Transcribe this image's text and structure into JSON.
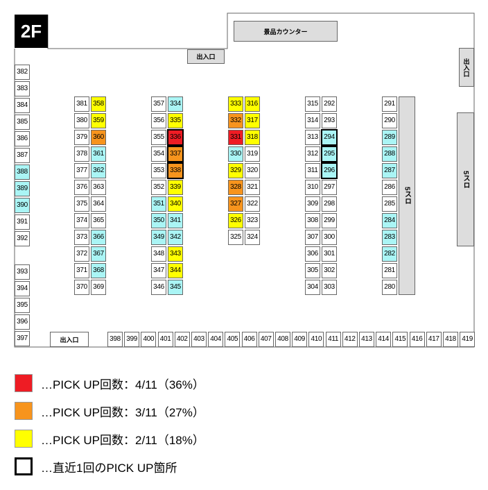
{
  "floor_label": "2F",
  "landmarks": {
    "prize_counter": "景品カウンター",
    "entrance_top": "出入口",
    "entrance_bottom": "出入口",
    "entrance_right": "出入口",
    "slot_area_right": "5スロ",
    "slot_area_island": "5スロ"
  },
  "colors": {
    "red": "#ee1c24",
    "orange": "#f7941d",
    "yellow": "#ffff00",
    "cyan": "#aaf5f5",
    "plain": "#ffffff",
    "outline": "#000000"
  },
  "columns": {
    "wall_left": [
      {
        "n": "382",
        "c": "plain"
      },
      {
        "n": "383",
        "c": "plain"
      },
      {
        "n": "384",
        "c": "plain"
      },
      {
        "n": "385",
        "c": "plain"
      },
      {
        "n": "386",
        "c": "plain"
      },
      {
        "n": "387",
        "c": "plain"
      },
      {
        "n": "388",
        "c": "cyan"
      },
      {
        "n": "389",
        "c": "cyan"
      },
      {
        "n": "390",
        "c": "cyan"
      },
      {
        "n": "391",
        "c": "plain"
      },
      {
        "n": "392",
        "c": "plain"
      }
    ],
    "wall_left_lower": [
      {
        "n": "393",
        "c": "plain"
      },
      {
        "n": "394",
        "c": "plain"
      },
      {
        "n": "395",
        "c": "plain"
      },
      {
        "n": "396",
        "c": "plain"
      },
      {
        "n": "397",
        "c": "plain"
      }
    ],
    "island1_left": [
      {
        "n": "381",
        "c": "plain"
      },
      {
        "n": "380",
        "c": "plain"
      },
      {
        "n": "379",
        "c": "plain"
      },
      {
        "n": "378",
        "c": "plain"
      },
      {
        "n": "377",
        "c": "plain"
      },
      {
        "n": "376",
        "c": "plain"
      },
      {
        "n": "375",
        "c": "plain"
      },
      {
        "n": "374",
        "c": "plain"
      },
      {
        "n": "373",
        "c": "plain"
      },
      {
        "n": "372",
        "c": "plain"
      },
      {
        "n": "371",
        "c": "plain"
      },
      {
        "n": "370",
        "c": "plain"
      }
    ],
    "island1_right": [
      {
        "n": "358",
        "c": "yellow"
      },
      {
        "n": "359",
        "c": "yellow"
      },
      {
        "n": "360",
        "c": "orange"
      },
      {
        "n": "361",
        "c": "cyan"
      },
      {
        "n": "362",
        "c": "cyan"
      },
      {
        "n": "363",
        "c": "plain"
      },
      {
        "n": "364",
        "c": "plain"
      },
      {
        "n": "365",
        "c": "plain"
      },
      {
        "n": "366",
        "c": "cyan"
      },
      {
        "n": "367",
        "c": "cyan"
      },
      {
        "n": "368",
        "c": "cyan"
      },
      {
        "n": "369",
        "c": "plain"
      }
    ],
    "island2_left": [
      {
        "n": "357",
        "c": "plain"
      },
      {
        "n": "356",
        "c": "plain"
      },
      {
        "n": "355",
        "c": "plain"
      },
      {
        "n": "354",
        "c": "plain"
      },
      {
        "n": "353",
        "c": "plain"
      },
      {
        "n": "352",
        "c": "plain"
      },
      {
        "n": "351",
        "c": "cyan"
      },
      {
        "n": "350",
        "c": "cyan"
      },
      {
        "n": "349",
        "c": "cyan"
      },
      {
        "n": "348",
        "c": "plain"
      },
      {
        "n": "347",
        "c": "plain"
      },
      {
        "n": "346",
        "c": "plain"
      }
    ],
    "island2_right": [
      {
        "n": "334",
        "c": "cyan"
      },
      {
        "n": "335",
        "c": "yellow"
      },
      {
        "n": "336",
        "c": "red"
      },
      {
        "n": "337",
        "c": "orange"
      },
      {
        "n": "338",
        "c": "orange"
      },
      {
        "n": "339",
        "c": "yellow"
      },
      {
        "n": "340",
        "c": "yellow"
      },
      {
        "n": "341",
        "c": "cyan"
      },
      {
        "n": "342",
        "c": "cyan"
      },
      {
        "n": "343",
        "c": "yellow"
      },
      {
        "n": "344",
        "c": "yellow"
      },
      {
        "n": "345",
        "c": "cyan"
      }
    ],
    "island3_left": [
      {
        "n": "333",
        "c": "yellow"
      },
      {
        "n": "332",
        "c": "orange"
      },
      {
        "n": "331",
        "c": "red"
      },
      {
        "n": "330",
        "c": "cyan"
      },
      {
        "n": "329",
        "c": "yellow"
      },
      {
        "n": "328",
        "c": "orange"
      },
      {
        "n": "327",
        "c": "orange"
      },
      {
        "n": "326",
        "c": "yellow"
      },
      {
        "n": "325",
        "c": "plain"
      }
    ],
    "island3_right": [
      {
        "n": "316",
        "c": "yellow"
      },
      {
        "n": "317",
        "c": "yellow"
      },
      {
        "n": "318",
        "c": "yellow"
      },
      {
        "n": "319",
        "c": "plain"
      },
      {
        "n": "320",
        "c": "plain"
      },
      {
        "n": "321",
        "c": "plain"
      },
      {
        "n": "322",
        "c": "plain"
      },
      {
        "n": "323",
        "c": "plain"
      },
      {
        "n": "324",
        "c": "plain"
      }
    ],
    "island4_left": [
      {
        "n": "315",
        "c": "plain"
      },
      {
        "n": "314",
        "c": "plain"
      },
      {
        "n": "313",
        "c": "plain"
      },
      {
        "n": "312",
        "c": "plain"
      },
      {
        "n": "311",
        "c": "plain"
      },
      {
        "n": "310",
        "c": "plain"
      },
      {
        "n": "309",
        "c": "plain"
      },
      {
        "n": "308",
        "c": "plain"
      },
      {
        "n": "307",
        "c": "plain"
      },
      {
        "n": "306",
        "c": "plain"
      },
      {
        "n": "305",
        "c": "plain"
      },
      {
        "n": "304",
        "c": "plain"
      }
    ],
    "island4_right": [
      {
        "n": "292",
        "c": "plain"
      },
      {
        "n": "293",
        "c": "plain"
      },
      {
        "n": "294",
        "c": "cyan"
      },
      {
        "n": "295",
        "c": "cyan"
      },
      {
        "n": "296",
        "c": "cyan"
      },
      {
        "n": "297",
        "c": "plain"
      },
      {
        "n": "298",
        "c": "plain"
      },
      {
        "n": "299",
        "c": "plain"
      },
      {
        "n": "300",
        "c": "plain"
      },
      {
        "n": "301",
        "c": "plain"
      },
      {
        "n": "302",
        "c": "plain"
      },
      {
        "n": "303",
        "c": "plain"
      }
    ],
    "island5": [
      {
        "n": "291",
        "c": "plain"
      },
      {
        "n": "290",
        "c": "plain"
      },
      {
        "n": "289",
        "c": "cyan"
      },
      {
        "n": "288",
        "c": "cyan"
      },
      {
        "n": "287",
        "c": "cyan"
      },
      {
        "n": "286",
        "c": "plain"
      },
      {
        "n": "285",
        "c": "plain"
      },
      {
        "n": "284",
        "c": "cyan"
      },
      {
        "n": "283",
        "c": "cyan"
      },
      {
        "n": "282",
        "c": "cyan"
      },
      {
        "n": "281",
        "c": "plain"
      },
      {
        "n": "280",
        "c": "plain"
      }
    ]
  },
  "bottom_row": [
    "398",
    "399",
    "400",
    "401",
    "402",
    "403",
    "404",
    "405",
    "406",
    "407",
    "408",
    "409",
    "410",
    "411",
    "412",
    "413",
    "414",
    "415",
    "416",
    "417",
    "418",
    "419"
  ],
  "recent_pickup": [
    "336",
    "337",
    "338",
    "294",
    "295",
    "296"
  ],
  "legend": [
    {
      "swatch": "red",
      "text": "…PICK UP回数：4/11（36%）"
    },
    {
      "swatch": "orange",
      "text": "…PICK UP回数：3/11（27%）"
    },
    {
      "swatch": "yellow",
      "text": "…PICK UP回数：2/11（18%）"
    },
    {
      "swatch": "outline",
      "text": "…直近1回のPICK UP箇所"
    }
  ]
}
